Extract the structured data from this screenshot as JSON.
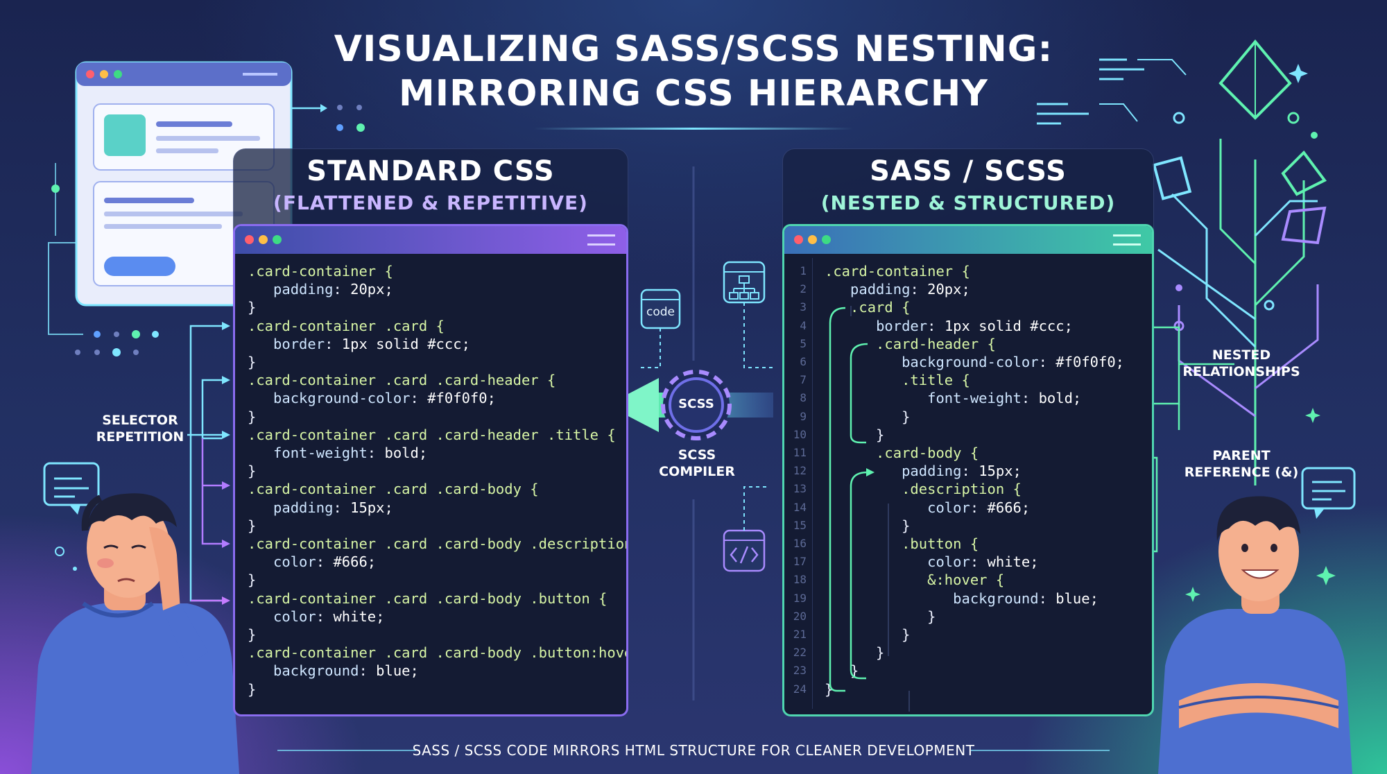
{
  "title": {
    "line1": "VISUALIZING SASS/SCSS NESTING:",
    "line2": "MIRRORING CSS HIERARCHY"
  },
  "left_panel": {
    "heading": "STANDARD CSS",
    "subheading": "(FLATTENED & REPETITIVE)",
    "code_lines": [
      ".card-container {",
      "   padding: 20px;",
      "}",
      ".card-container .card {",
      "   border: 1px solid #ccc;",
      "}",
      ".card-container .card .card-header {",
      "   background-color: #f0f0f0;",
      "}",
      ".card-container .card .card-header .title {",
      "   font-weight: bold;",
      "}",
      ".card-container .card .card-body {",
      "   padding: 15px;",
      "}",
      ".card-container .card .card-body .description {",
      "   color: #666;",
      "}",
      ".card-container .card .card-body .button {",
      "   color: white;",
      "}",
      ".card-container .card .card-body .button:hover {",
      "   background: blue;",
      "}"
    ]
  },
  "right_panel": {
    "heading": "SASS / SCSS",
    "subheading": "(NESTED & STRUCTURED)",
    "line_numbers": [
      "1",
      "2",
      "3",
      "4",
      "5",
      "6",
      "7",
      "8",
      "9",
      "10",
      "11",
      "12",
      "13",
      "14",
      "15",
      "16",
      "17",
      "18",
      "19",
      "20",
      "21",
      "22",
      "23",
      "24"
    ],
    "code_lines": [
      ".card-container {",
      "   padding: 20px;",
      "   .card {",
      "      border: 1px solid #ccc;",
      "      .card-header {",
      "         background-color: #f0f0f0;",
      "         .title {",
      "            font-weight: bold;",
      "         }",
      "      }",
      "      .card-body {",
      "         padding: 15px;",
      "         .description {",
      "            color: #666;",
      "         }",
      "         .button {",
      "            color: white;",
      "            &:hover {",
      "               background: blue;",
      "            }",
      "         }",
      "      }",
      "   }",
      "}"
    ]
  },
  "center": {
    "code_badge": "code",
    "gear_label": "SCSS",
    "compiler_line1": "SCSS",
    "compiler_line2": "COMPILER"
  },
  "labels": {
    "selector_repetition_1": "SELECTOR",
    "selector_repetition_2": "REPETITION",
    "nested_relationships_1": "NESTED",
    "nested_relationships_2": "RELATIONSHIPS",
    "parent_reference_1": "PARENT",
    "parent_reference_2": "REFERENCE (&)"
  },
  "footer": "SASS / SCSS CODE MIRRORS HTML STRUCTURE FOR CLEANER DEVELOPMENT",
  "colors": {
    "cyan": "#7fe6ff",
    "green": "#5ff2b0",
    "purple": "#b27cff",
    "mint_heading": "#9ff5d8",
    "lavender_heading": "#c9b6ff"
  }
}
